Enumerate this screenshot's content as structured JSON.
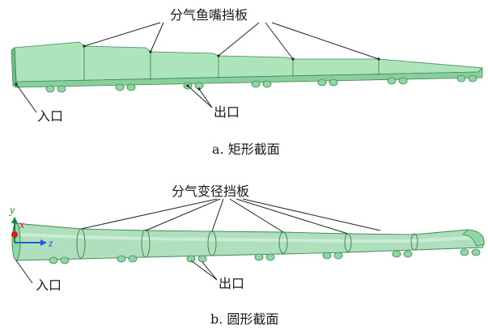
{
  "figure_a": {
    "label_baffle": "分气鱼嘴挡板",
    "label_inlet": "入口",
    "label_outlet": "出口",
    "caption": "a. 矩形截面"
  },
  "figure_b": {
    "label_baffle": "分气变径挡板",
    "label_inlet": "入口",
    "label_outlet": "出口",
    "caption": "b. 圆形截面",
    "axes": {
      "y": "y",
      "x": "x",
      "z": "z"
    }
  },
  "colors": {
    "body_fill": "#8fd6a4",
    "body_dark": "#5fb57d",
    "pipe_fill": "#a7dcb6",
    "axis_y": "#1a7f3c",
    "axis_x": "#d02020",
    "axis_z": "#1f5fd0"
  }
}
